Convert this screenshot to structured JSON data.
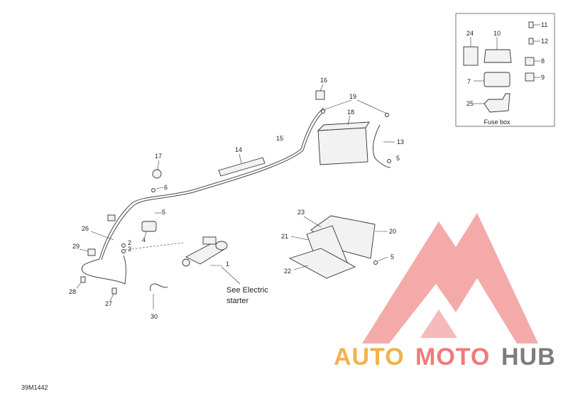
{
  "diagram_code": "39M1442",
  "fuse_box_caption": "Fuse box",
  "starter_note_line1": "See Electric",
  "starter_note_line2": "starter",
  "watermark": {
    "part1": "AUTO",
    "part2": "MOTO",
    "part3": "HUB"
  },
  "callouts": {
    "c1": "1",
    "c2": "2",
    "c3": "3",
    "c4": "4",
    "c5a": "5",
    "c5b": "5",
    "c5c": "5",
    "c6": "6",
    "c7": "7",
    "c8": "8",
    "c9": "9",
    "c10": "10",
    "c11": "11",
    "c12": "12",
    "c13": "13",
    "c14": "14",
    "c15": "15",
    "c16": "16",
    "c17": "17",
    "c18": "18",
    "c19": "19",
    "c20": "20",
    "c21": "21",
    "c22": "22",
    "c23": "23",
    "c24": "24",
    "c25": "25",
    "c26": "26",
    "c27": "27",
    "c28": "28",
    "c29": "29",
    "c30": "30"
  },
  "colors": {
    "watermark_orange": "#f2b24a",
    "watermark_red": "#f07a7a",
    "watermark_gray": "#7d7d7d",
    "line": "#333333"
  }
}
